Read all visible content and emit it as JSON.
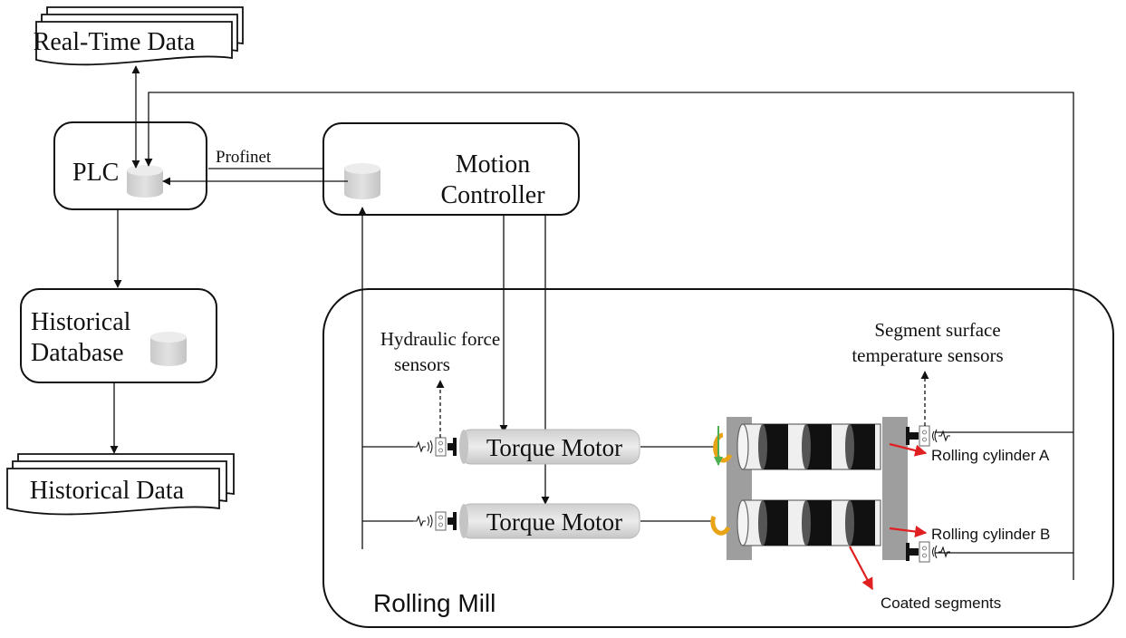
{
  "documents": {
    "realtime": "Real-Time Data",
    "historical": "Historical Data"
  },
  "nodes": {
    "plc": "PLC",
    "motion_controller": {
      "line1": "Motion",
      "line2": "Controller"
    },
    "historical_db": {
      "line1": "Historical",
      "line2": "Database"
    },
    "rolling_mill": "Rolling Mill"
  },
  "links": {
    "profinet": "Profinet"
  },
  "motors": {
    "top": "Torque Motor",
    "bottom": "Torque Motor"
  },
  "labels": {
    "hydraulic": {
      "line1": "Hydraulic force",
      "line2": "sensors"
    },
    "temperature": {
      "line1": "Segment surface",
      "line2": "temperature sensors"
    },
    "cylinder_a": "Rolling cylinder A",
    "cylinder_b": "Rolling cylinder B",
    "coated": "Coated segments"
  },
  "colors": {
    "db_fill": "#d9d9d9",
    "motor_fill": "#dcdcdc",
    "frame_fill": "#9e9e9e",
    "roller_fill": "#efefef",
    "segment_fill": "#111111",
    "annotation_arrow": "#e02020",
    "rotation_arrow": "#e8a317",
    "force_arrow": "#4caf50"
  }
}
